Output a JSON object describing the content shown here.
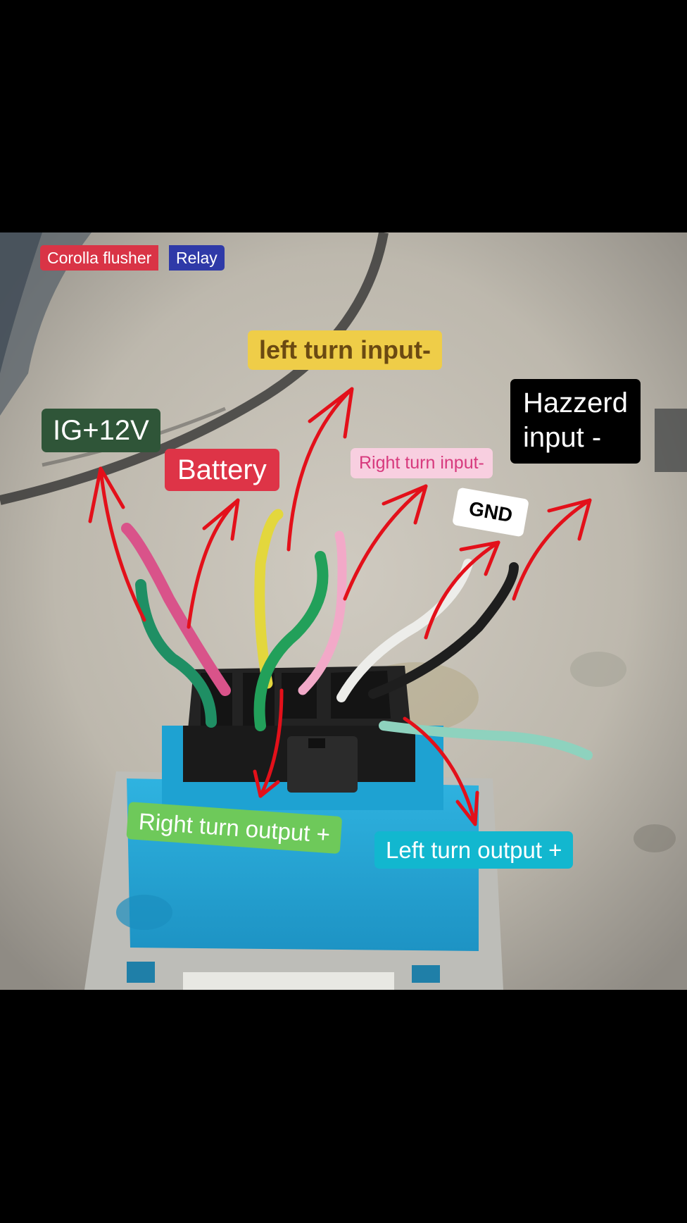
{
  "badge": {
    "left_text": "Corolla flusher",
    "right_text": "Relay",
    "left_color": "#d93446",
    "right_color": "#2f3aa8"
  },
  "labels": {
    "ig": "IG+12V",
    "battery": "Battery",
    "left_turn_input": "left turn input-",
    "right_turn_input": "Right turn input-",
    "gnd": "GND",
    "hazzerd_input": "Hazzerd\ninput -",
    "right_turn_output": "Right turn output +",
    "left_turn_output": "Left turn output +"
  },
  "colors": {
    "arrow": "#e3101a",
    "relay_body": "#23a6d6",
    "connector": "#1c1c1c"
  }
}
